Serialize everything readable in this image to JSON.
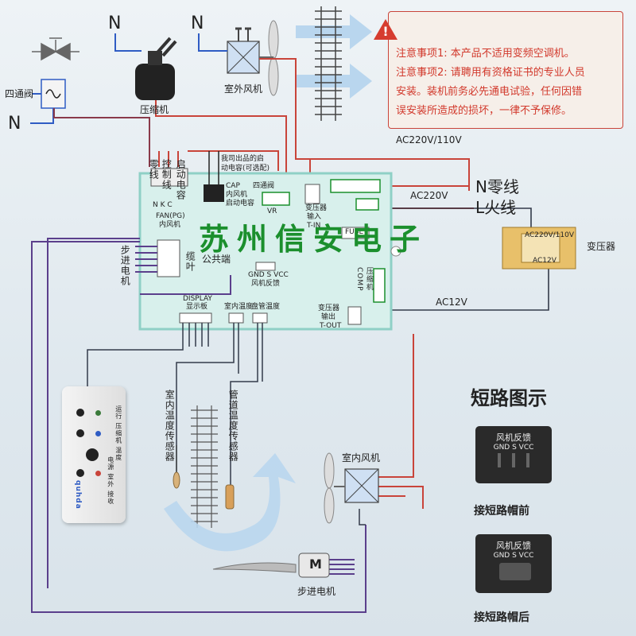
{
  "notice": {
    "line1": "注意事项1: 本产品不适用变频空调机。",
    "line2": "注意事项2: 请聘用有资格证书的专业人员",
    "line3": "安装。装机前务必先通电试验，任何因错",
    "line4": "误安装所造成的损坏，一律不予保修。"
  },
  "labels": {
    "four_way_valve": "四通阀",
    "n_valve": "N",
    "n_compressor": "N",
    "n_outdoor_fan": "N",
    "compressor": "压缩机",
    "outdoor_fan": "室外风机",
    "ac220_110": "AC220V/110V",
    "ac220": "AC220V",
    "ac12": "AC12V",
    "n_line": "N零线",
    "l_line": "L火线",
    "transformer": "变压器",
    "transformer_box_top": "AC220V/110V",
    "transformer_box_bottom": "AC12V",
    "cap_note_1": "我司出品的启",
    "cap_note_2": "动电容(可选配)",
    "cap_1": "CAP",
    "cap_2": "内风机",
    "cap_3": "启动电容",
    "four_way_board": "四通阀",
    "vr": "VR",
    "trans_in_1": "变压器",
    "trans_in_2": "输入",
    "trans_in_3": "T-IN",
    "fuse": "FUSE",
    "zero_line": "零线",
    "control_line": "控制线",
    "start_cap": "启动电容",
    "nkc": "N  K  C",
    "fan_pg_1": "FAN(PG)",
    "fan_pg_2": "内风机",
    "louver": "缆叶",
    "common": "公共端",
    "stepper_left": "步进电机",
    "fan_feedback_pins": "GND S VCC",
    "fan_feedback": "风机反馈",
    "comp_board": "压缩机",
    "comp_code": "COMP",
    "trans_out_1": "变压器",
    "trans_out_2": "输出",
    "trans_out_3": "T-OUT",
    "display_1": "DISPLAY",
    "display_2": "显示板",
    "room_temp": "室内温度",
    "pipe_temp": "盘管温度",
    "room_sensor": "室内温度传感器",
    "pipe_sensor": "管道温度传感器",
    "indoor_fan": "室内风机",
    "stepper_bottom": "步进电机",
    "motor_letter": "M",
    "brand": "苏州信安电子",
    "short_title": "短路图示",
    "header_label": "风机反馈",
    "header_pins": "GND S VCC",
    "before": "接短路帽前",
    "after": "接短路帽后",
    "remote_brand": "quhda",
    "remote_row1": "电源 室外 接收",
    "remote_row2": "运行 压缩机 温度"
  },
  "colors": {
    "wire_red": "#c9443a",
    "wire_blue": "#2f5cc4",
    "wire_purple": "#5b3f8c",
    "wire_dark": "#333a4a",
    "board_fill": "#d8f0ec",
    "board_border": "#8fd0c6",
    "brand_green": "#1b8f2d",
    "notice_red": "#d2392c"
  }
}
